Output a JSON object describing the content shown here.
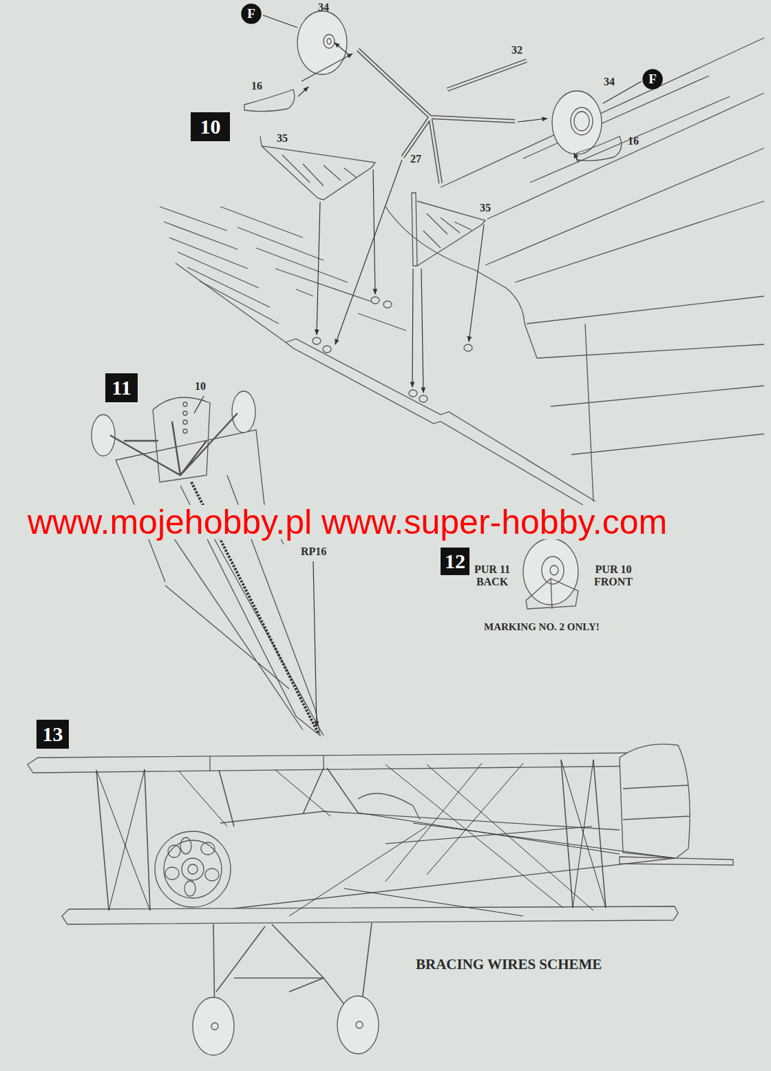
{
  "diagram": {
    "nodes": [
      {
        "text": [
          "F"
        ]
      },
      {
        "text": [
          "F"
        ]
      },
      {
        "text": [
          "10"
        ]
      },
      {
        "text": [
          "11"
        ]
      },
      {
        "text": [
          "12"
        ]
      },
      {
        "text": [
          "13"
        ]
      }
    ],
    "labels": [
      "34",
      "32",
      "34",
      "16",
      "16",
      "35",
      "27",
      "35",
      "10",
      "www.mojehobby.pl www.super-hobby.com",
      "RP16",
      "PUR 11 BACK",
      "PUR 10 FRONT",
      "MARKING NO. 2 ONLY!",
      "BRACING WIRES SCHEME"
    ]
  }
}
